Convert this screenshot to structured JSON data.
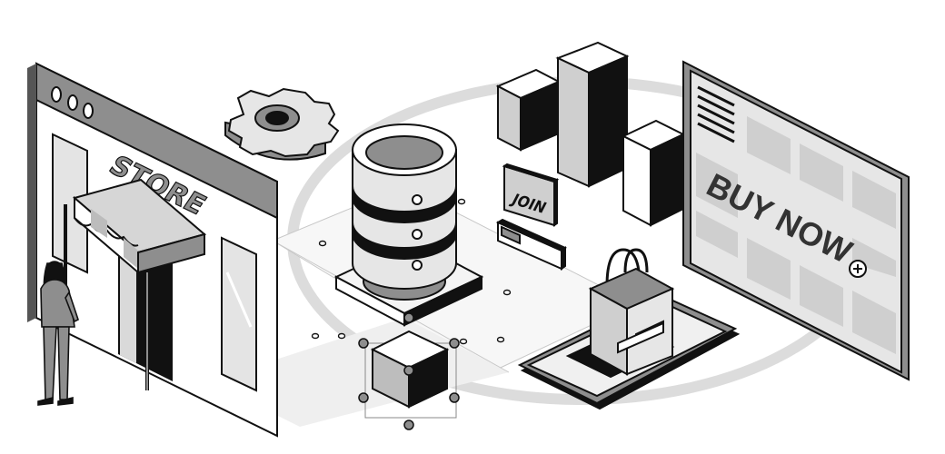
{
  "store_sign": {
    "label": "STORE"
  },
  "join_button": {
    "label": "JOIN"
  },
  "buy_now_screen": {
    "label": "BUY NOW",
    "plus_icon": "plus-circle-icon"
  },
  "icons": [
    "gear-icon",
    "database-icon",
    "shopping-bag-icon",
    "smartphone-icon",
    "bar-chart-icon",
    "cube-icon",
    "person-figure",
    "store-awning",
    "browser-window-icon",
    "slider-toggle-icon",
    "menu-lines-icon"
  ],
  "colors": {
    "ink": "#111111",
    "mid_gray": "#8e8e8e",
    "light_gray": "#cfcfcf",
    "pale_gray": "#e6e6e6",
    "white": "#ffffff"
  }
}
